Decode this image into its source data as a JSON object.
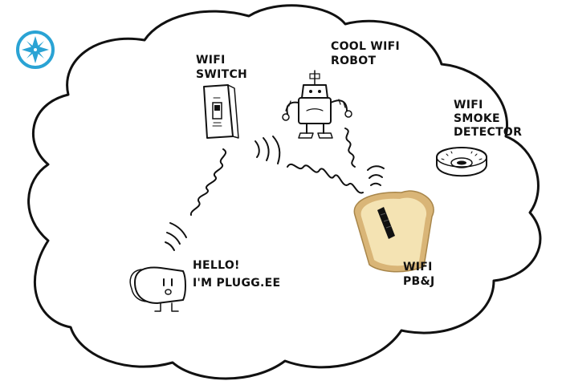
{
  "colors": {
    "ink": "#111111",
    "logo": "#2aa3d4",
    "bread_crust": "#d9b577",
    "bread_inside": "#f4e3b3"
  },
  "icons": {
    "logo": "compass-star-icon",
    "switch": "wifi-switch-icon",
    "robot": "robot-icon",
    "smoke_detector": "smoke-detector-icon",
    "sandwich": "sandwich-icon",
    "plug": "plug-character-icon"
  },
  "labels": {
    "switch": [
      "WIFI",
      "SWITCH"
    ],
    "robot": [
      "COOL WIFI",
      "ROBOT"
    ],
    "smoke_detector": [
      "WIFI",
      "SMOKE",
      "DETECTOR"
    ],
    "plug": [
      "HELLO!",
      "I'M PLUGG.EE"
    ],
    "sandwich": [
      "WIFI",
      "PB&J"
    ]
  }
}
